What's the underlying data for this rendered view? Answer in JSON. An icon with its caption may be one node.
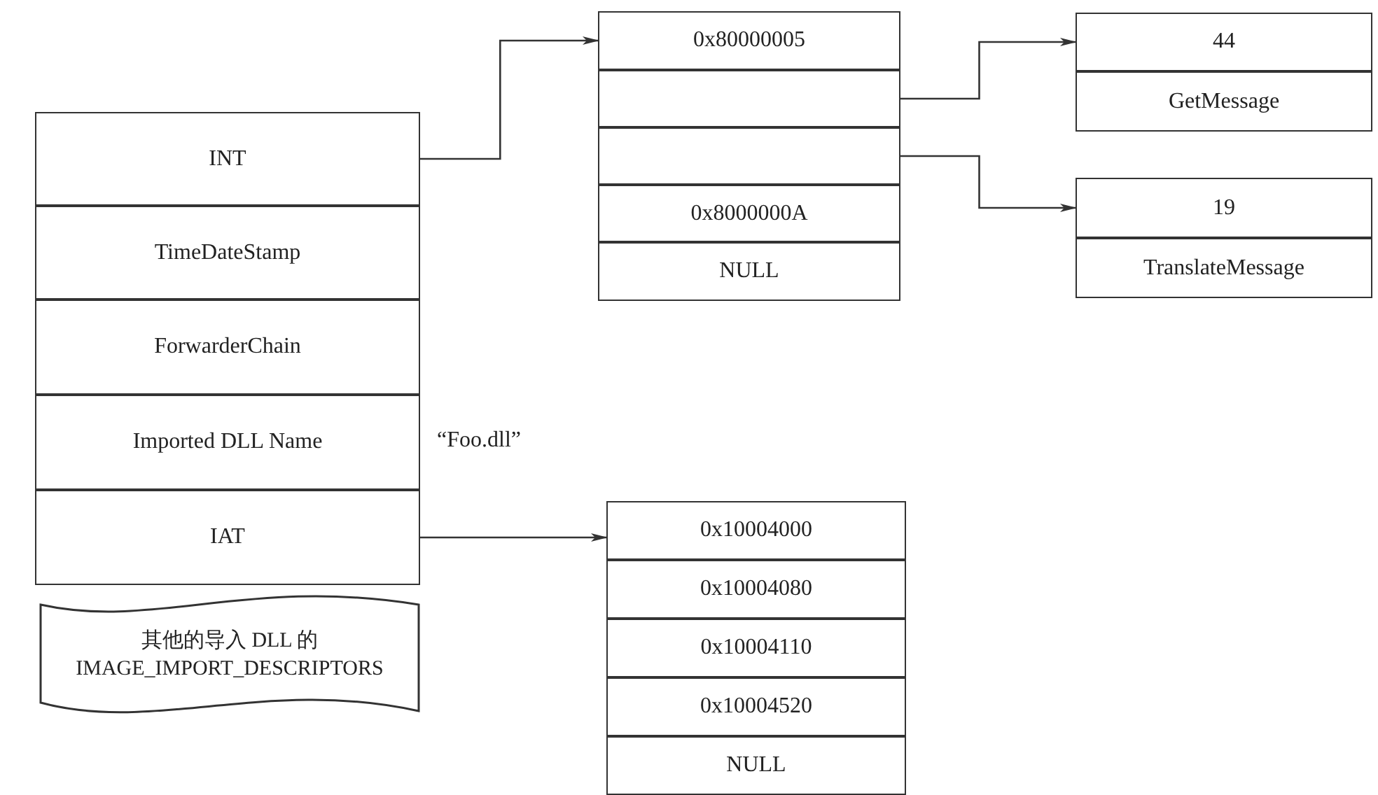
{
  "diagram": {
    "nodes": [
      {
        "text": [
          "INT"
        ]
      },
      {
        "text": [
          "TimeDateStamp"
        ]
      },
      {
        "text": [
          "ForwarderChain"
        ]
      },
      {
        "text": [
          "Imported DLL Name"
        ],
        "beside": [
          "“Foo.dll”"
        ]
      },
      {
        "text": [
          "IAT"
        ]
      },
      {
        "text": [
          "其他的导入 DLL 的 IMAGE_IMPORT_DESCRIPTORS"
        ]
      },
      {
        "text": [
          "0x80000005"
        ]
      },
      {
        "text": [],
        "shape": "box"
      },
      {
        "text": [],
        "shape": "box"
      },
      {
        "text": [
          "0x8000000A"
        ]
      },
      {
        "text": [
          "NULL"
        ]
      },
      {
        "text": [
          "44"
        ]
      },
      {
        "text": [
          "GetMessage"
        ]
      },
      {
        "text": [
          "19"
        ]
      },
      {
        "text": [
          "TranslateMessage"
        ]
      },
      {
        "text": [
          "0x10004000"
        ]
      },
      {
        "text": [
          "0x10004080"
        ]
      },
      {
        "text": [
          "0x10004110"
        ]
      },
      {
        "text": [
          "0x10004520"
        ]
      },
      {
        "text": [
          "NULL"
        ]
      }
    ],
    "edges": [
      {
        "from": 0,
        "to": 6,
        "arrow": "to"
      },
      {
        "from": 7,
        "to": 11,
        "arrow": "to"
      },
      {
        "from": 8,
        "to": 13,
        "arrow": "to"
      },
      {
        "from": 4,
        "to": 15,
        "arrow": "to"
      }
    ]
  }
}
